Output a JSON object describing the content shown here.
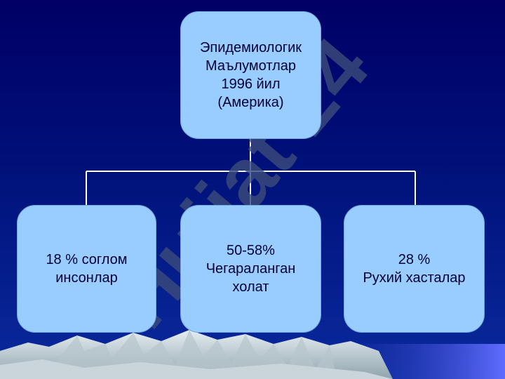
{
  "diagram": {
    "root": {
      "lines": [
        "Эпидемиологик",
        "Маълумотлар",
        "1996 йил",
        "(Америка)"
      ]
    },
    "children": [
      {
        "lines": [
          "18 % соглом",
          "инсонлар"
        ]
      },
      {
        "lines": [
          "50-58%",
          "Чегараланган",
          "холат"
        ]
      },
      {
        "lines": [
          "28 %",
          "Рухий хасталар"
        ]
      }
    ]
  },
  "watermark": {
    "text": "Hujjat 24"
  },
  "colors": {
    "node_fill": "#99ccff",
    "node_text": "#000033",
    "connector": "#ffffff",
    "watermark": "#3a4a7a"
  }
}
